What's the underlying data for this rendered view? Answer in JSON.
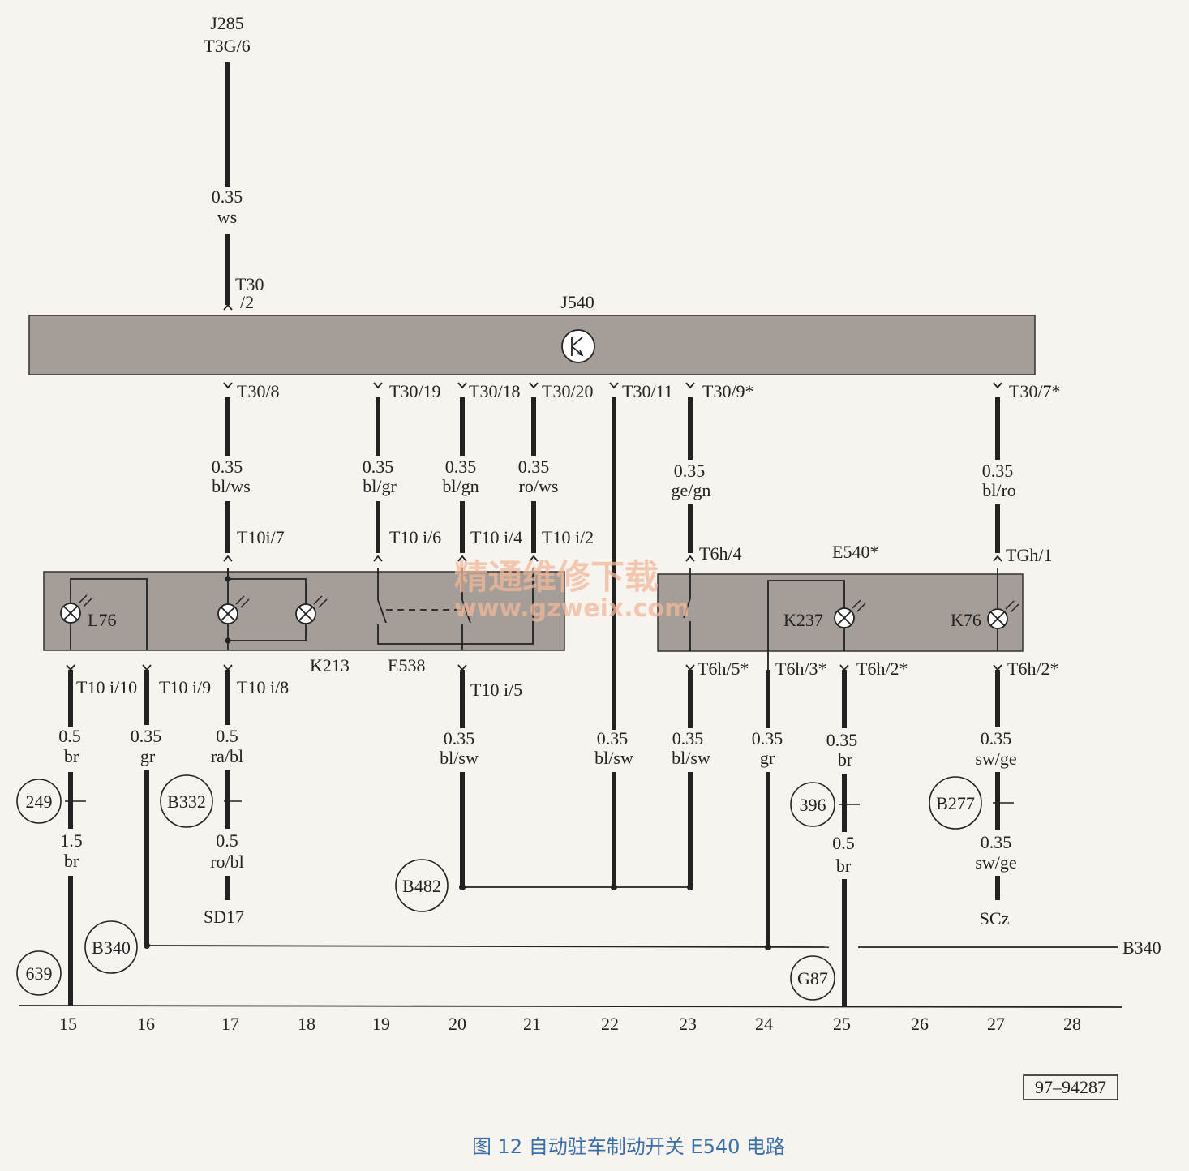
{
  "top_connector": {
    "component": "J285",
    "pin": "T3G/6"
  },
  "top_wire": {
    "size": "0.35",
    "color": "ws"
  },
  "top_pin": {
    "line1": "T30",
    "line2": "/2"
  },
  "module": {
    "name": "J540"
  },
  "module_pins": [
    {
      "id": "T30-8",
      "label": "T30/8"
    },
    {
      "id": "T30-19",
      "label": "T30/19"
    },
    {
      "id": "T30-18",
      "label": "T30/18"
    },
    {
      "id": "T30-20",
      "label": "T30/20"
    },
    {
      "id": "T30-11",
      "label": "T30/11"
    },
    {
      "id": "T30-9",
      "label": "T30/9*"
    },
    {
      "id": "T30-7",
      "label": "T30/7*"
    }
  ],
  "upper_wires": [
    {
      "size": "0.35",
      "color": "bl/ws"
    },
    {
      "size": "0.35",
      "color": "bl/gr"
    },
    {
      "size": "0.35",
      "color": "bl/gn"
    },
    {
      "size": "0.35",
      "color": "ro/ws"
    },
    {
      "size": "0.35",
      "color": "ge/gn"
    },
    {
      "size": "0.35",
      "color": "bl/ro"
    }
  ],
  "connector_pins_in": [
    "T10i/7",
    "T10 i/6",
    "T10 i/4",
    "T10 i/2",
    "T6h/4",
    "TGh/1"
  ],
  "left_switch": {
    "lamp_l76": "L76",
    "lamp_k213": "K213",
    "switch": "E538"
  },
  "right_switch": {
    "name": "E540*",
    "lamp_k237": "K237",
    "lamp_k76": "K76"
  },
  "connector_pins_out": [
    "T10 i/10",
    "T10 i/9",
    "T10 i/8",
    "T10 i/5",
    "T6h/5*",
    "T6h/3*",
    "T6h/2*",
    "T6h/2*"
  ],
  "lower_wires": [
    {
      "size": "0.5",
      "color": "br"
    },
    {
      "size": "0.35",
      "color": "gr"
    },
    {
      "size": "0.5",
      "color": "ra/bl"
    },
    {
      "size": "0.35",
      "color": "bl/sw"
    },
    {
      "size": "0.35",
      "color": "bl/sw"
    },
    {
      "size": "0.35",
      "color": "bl/sw"
    },
    {
      "size": "0.35",
      "color": "gr"
    },
    {
      "size": "0.35",
      "color": "br"
    },
    {
      "size": "0.35",
      "color": "sw/ge"
    }
  ],
  "splices": [
    "249",
    "B332",
    "B482",
    "B340",
    "639",
    "396",
    "B277",
    "G87"
  ],
  "after_splice_wires": [
    {
      "size": "1.5",
      "color": "br"
    },
    {
      "size": "0.5",
      "color": "ro/bl"
    },
    {
      "size": "0.5",
      "color": "br"
    },
    {
      "size": "0.35",
      "color": "sw/ge"
    }
  ],
  "destinations": {
    "sd17": "SD17",
    "scz": "SCz",
    "b340_right": "B340"
  },
  "ruler": [
    "15",
    "16",
    "17",
    "18",
    "19",
    "20",
    "21",
    "22",
    "23",
    "24",
    "25",
    "26",
    "27",
    "28"
  ],
  "diagram_id": "97–94287",
  "caption": "图 12    自动驻车制动开关 E540 电路",
  "watermark": {
    "line1": "精通维修下载",
    "line2": "www.gzweix.com"
  }
}
